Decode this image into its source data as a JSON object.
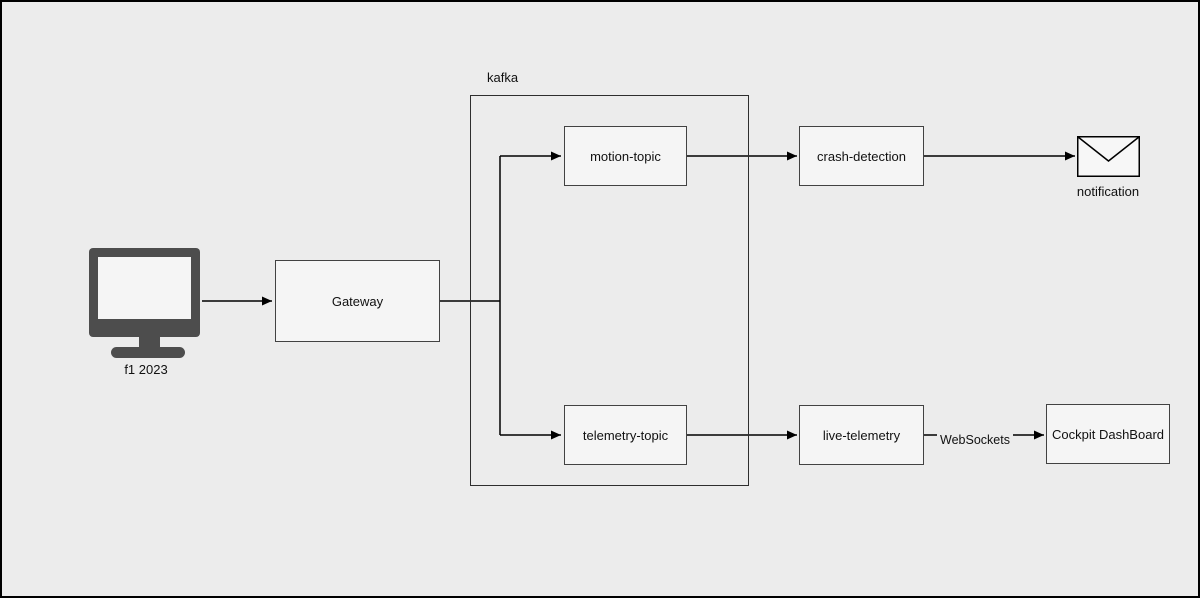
{
  "diagram": {
    "title_hint": "f1 telemetry streaming architecture",
    "nodes": {
      "f1_source": {
        "label": "f1 2023",
        "icon": "monitor-icon"
      },
      "gateway": {
        "label": "Gateway"
      },
      "kafka_container": {
        "label": "kafka"
      },
      "motion_topic": {
        "label": "motion-topic"
      },
      "telemetry_topic": {
        "label": "telemetry-topic"
      },
      "crash_detection": {
        "label": "crash-detection"
      },
      "live_telemetry": {
        "label": "live-telemetry"
      },
      "notification": {
        "label": "notification",
        "icon": "envelope-icon"
      },
      "cockpit_dashboard": {
        "label": "Cockpit DashBoard"
      }
    },
    "edge_labels": {
      "websockets": "WebSockets"
    },
    "edges": [
      "f1 2023 -> Gateway",
      "Gateway -> motion-topic",
      "Gateway -> telemetry-topic",
      "motion-topic -> crash-detection",
      "crash-detection -> notification",
      "telemetry-topic -> live-telemetry",
      "live-telemetry -> Cockpit DashBoard (WebSockets)"
    ],
    "colors": {
      "canvas_background": "#ececec",
      "canvas_border": "#000000",
      "node_fill": "#f5f5f5",
      "node_border": "#424242",
      "edge_stroke": "#000000",
      "monitor_icon_fill": "#4d4d4d",
      "envelope_fill": "#f7f7f7"
    }
  }
}
